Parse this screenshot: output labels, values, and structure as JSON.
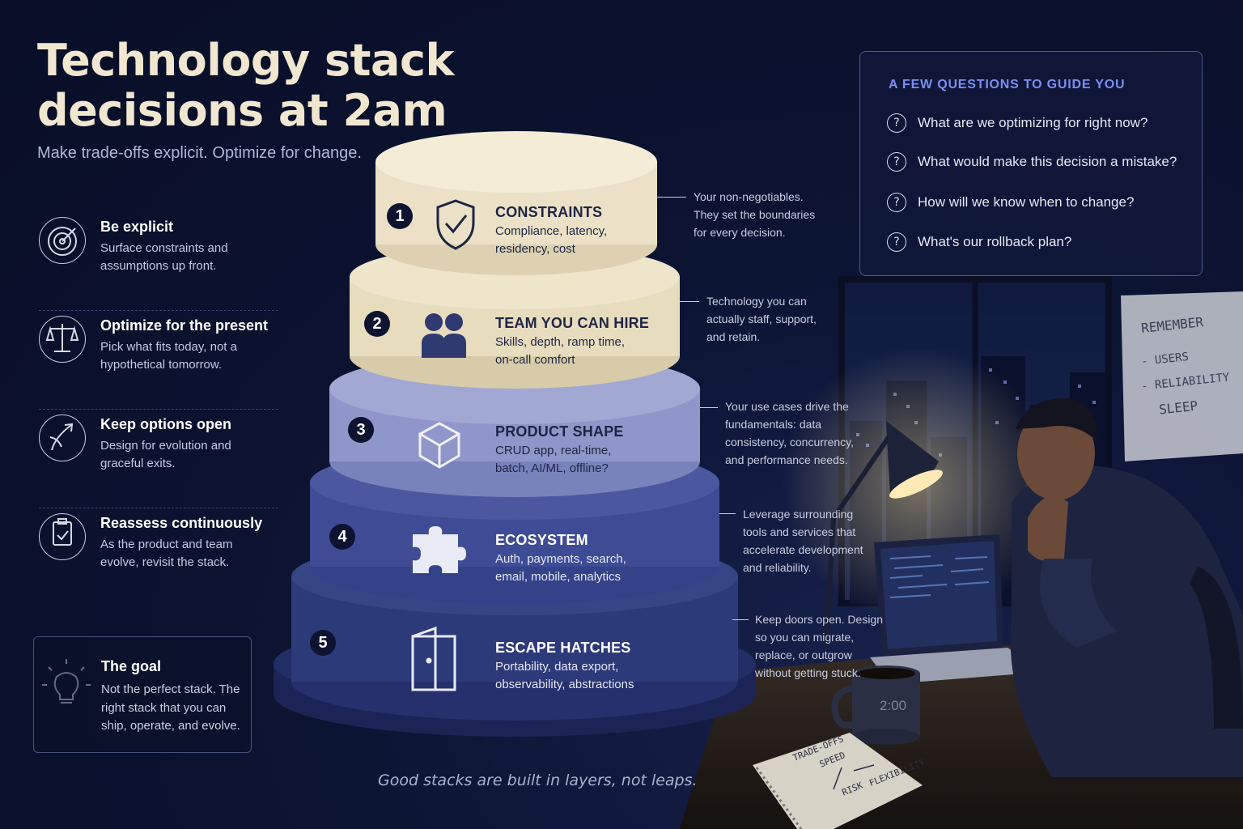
{
  "title": "Technology stack decisions at 2am",
  "subtitle": "Make trade-offs explicit. Optimize for change.",
  "principles": [
    {
      "title": "Be explicit",
      "desc": "Surface constraints and assumptions up front.",
      "icon": "target-icon"
    },
    {
      "title": "Optimize for the present",
      "desc": "Pick what fits today, not a hypothetical tomorrow.",
      "icon": "scale-icon"
    },
    {
      "title": "Keep options open",
      "desc": "Design for evolution and graceful exits.",
      "icon": "branch-arrow-icon"
    },
    {
      "title": "Reassess continuously",
      "desc": "As the product and team evolve, revisit the stack.",
      "icon": "clipboard-check-icon"
    }
  ],
  "goal": {
    "title": "The goal",
    "desc": "Not the perfect stack. The right stack that you can ship, operate, and evolve.",
    "icon": "lightbulb-icon"
  },
  "questions": {
    "heading": "A FEW QUESTIONS TO GUIDE YOU",
    "items": [
      "What are we optimizing for right now?",
      "What would make this decision a mistake?",
      "How will we know when to change?",
      "What's our rollback plan?"
    ],
    "icon_glyph": "?"
  },
  "layers": [
    {
      "num": "1",
      "title": "CONSTRAINTS",
      "desc": "Compliance, latency, residency, cost",
      "note": "Your non-negotiables. They set the boundaries for every decision.",
      "icon": "shield-check-icon",
      "color": "#ece1c6"
    },
    {
      "num": "2",
      "title": "TEAM YOU CAN HIRE",
      "desc": "Skills, depth, ramp time, on-call comfort",
      "note": "Technology you can actually staff, support, and retain.",
      "icon": "people-icon",
      "color": "#e8dcbe"
    },
    {
      "num": "3",
      "title": "PRODUCT SHAPE",
      "desc": "CRUD app, real-time, batch, AI/ML, offline?",
      "note": "Your use cases drive the fundamentals: data consistency, concurrency, and performance needs.",
      "icon": "cube-icon",
      "color": "#8f96c9"
    },
    {
      "num": "4",
      "title": "ECOSYSTEM",
      "desc": "Auth, payments, search, email, mobile, analytics",
      "note": "Leverage surrounding tools and services that accelerate development and reliability.",
      "icon": "puzzle-icon",
      "color": "#3f4c95"
    },
    {
      "num": "5",
      "title": "ESCAPE HATCHES",
      "desc": "Portability, data export, observability, abstractions",
      "note": "Keep doors open. Design so you can migrate, replace, or outgrow without getting stuck.",
      "icon": "door-icon",
      "color": "#2d3a7a"
    }
  ],
  "tagline": "Good stacks are built in layers, not leaps.",
  "whiteboard": {
    "heading": "REMEMBER",
    "items": [
      "- USERS",
      "- RELIABILITY",
      "SLEEP"
    ]
  },
  "mug_time": "2:00",
  "notebook": {
    "title": "TRADE-OFFS",
    "items": [
      "SPEED",
      "RISK",
      "FLEXIBILITY"
    ]
  }
}
